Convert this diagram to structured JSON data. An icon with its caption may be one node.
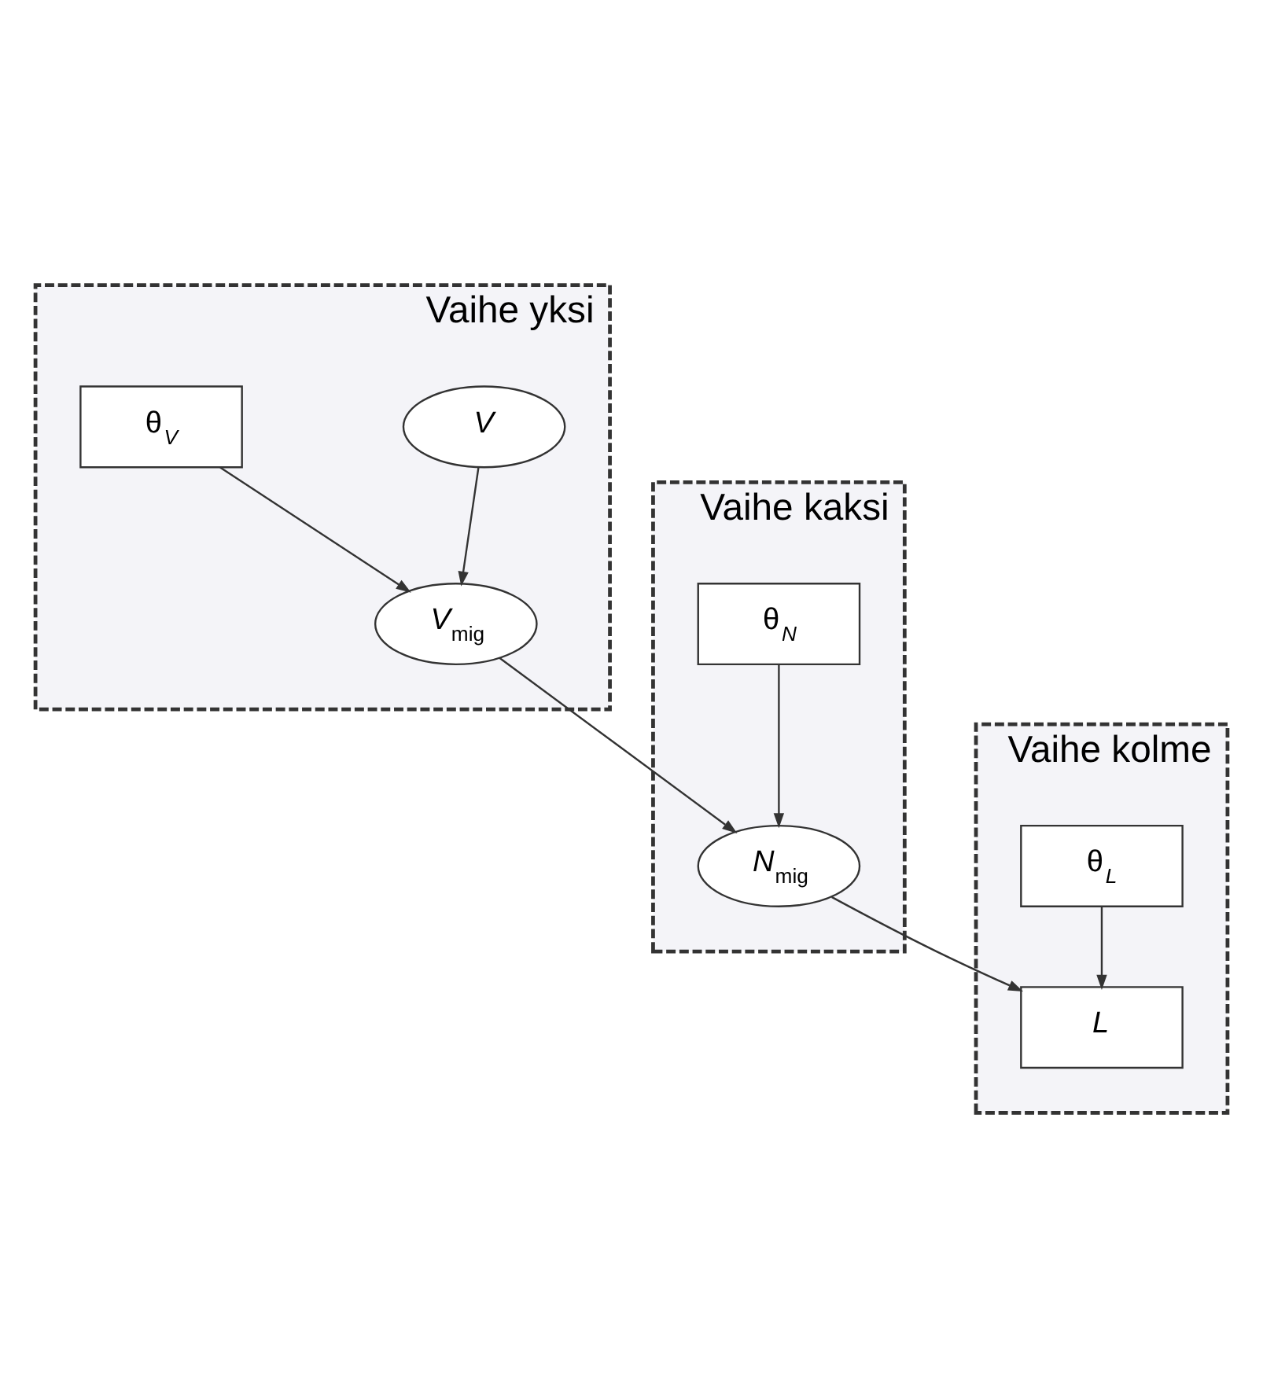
{
  "diagram": {
    "nodes": [
      {
        "text": [
          "Vaihe yksi"
        ]
      },
      {
        "text": [
          "V"
        ],
        "in": 0
      },
      {
        "text": [
          "θ$_{V}$"
        ],
        "in": 0
      },
      {
        "text": [
          "V$_{mig}$"
        ],
        "in": 0
      },
      {
        "text": [
          "Vaihe kaksi"
        ]
      },
      {
        "text": [
          "θ$_{N}$"
        ],
        "in": 4
      },
      {
        "text": [
          "N$_{mig}$"
        ],
        "in": 4
      },
      {
        "text": [
          "Vaihe kolme"
        ]
      },
      {
        "text": [
          "θ$_{L}$"
        ],
        "in": 7
      },
      {
        "text": [
          "L"
        ],
        "in": 7
      }
    ],
    "edges": [
      {
        "from": 1,
        "to": 3,
        "arrow": "to"
      },
      {
        "from": 2,
        "to": 3,
        "arrow": "to"
      },
      {
        "from": 3,
        "to": 6,
        "arrow": "to"
      },
      {
        "from": 5,
        "to": 6,
        "arrow": "to"
      },
      {
        "from": 6,
        "to": 9,
        "arrow": "to"
      },
      {
        "from": 8,
        "to": 9,
        "arrow": "to"
      }
    ]
  }
}
